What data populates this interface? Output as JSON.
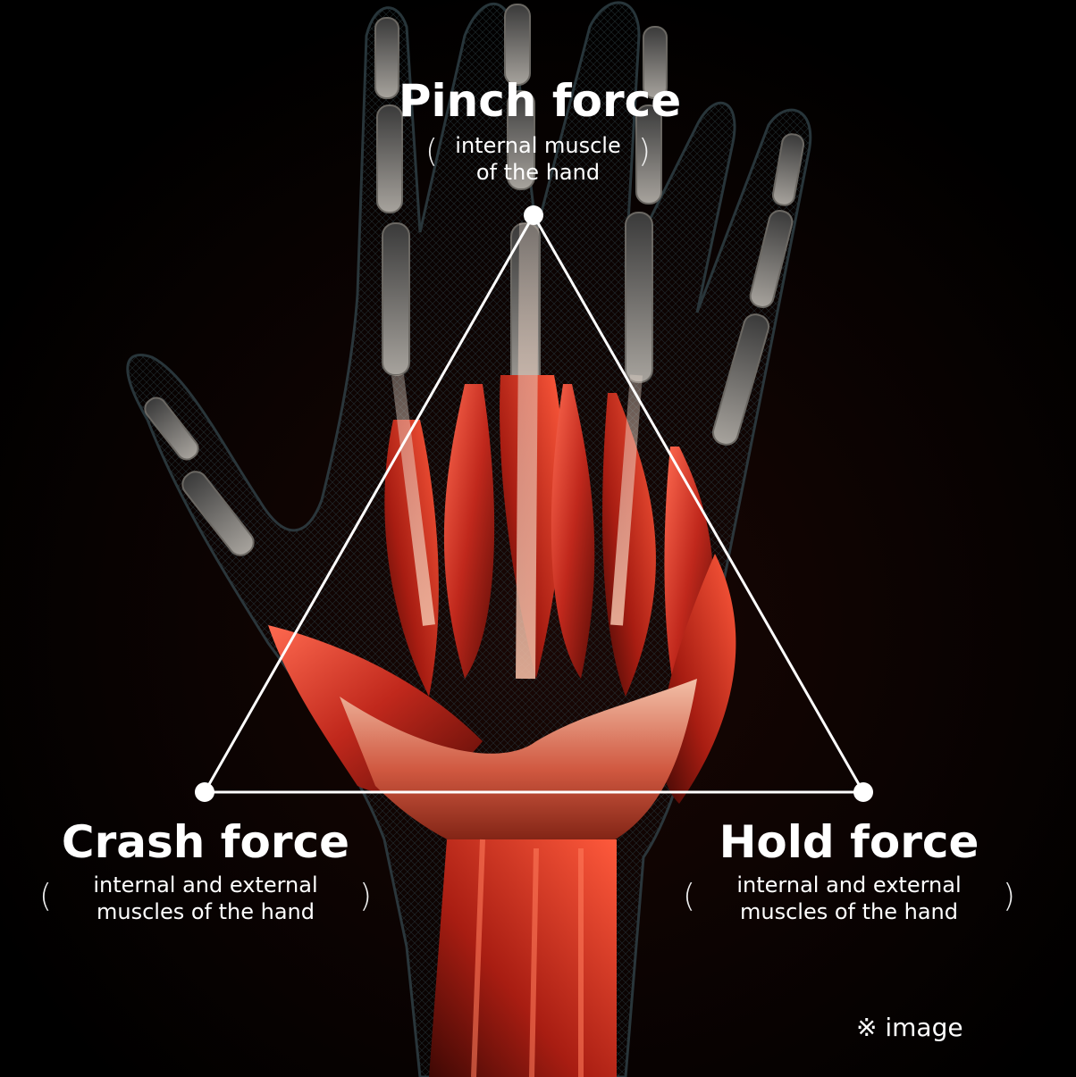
{
  "labels": {
    "pinch": {
      "title": "Pinch force",
      "sub_line1": "internal muscle",
      "sub_line2": "of the hand"
    },
    "crash": {
      "title": "Crash force",
      "sub_line1": "internal and external",
      "sub_line2": "muscles of the hand"
    },
    "hold": {
      "title": "Hold force",
      "sub_line1": "internal and external",
      "sub_line2": "muscles of the hand"
    }
  },
  "note": {
    "symbol": "※",
    "text": "image"
  },
  "colors": {
    "background": "#000000",
    "muscle": "#c0281c",
    "muscle_highlight": "#ff6a50",
    "bone": "#d9d6d0",
    "line": "#ffffff"
  },
  "icons": {
    "illustration": "hand-anatomy-icon"
  }
}
